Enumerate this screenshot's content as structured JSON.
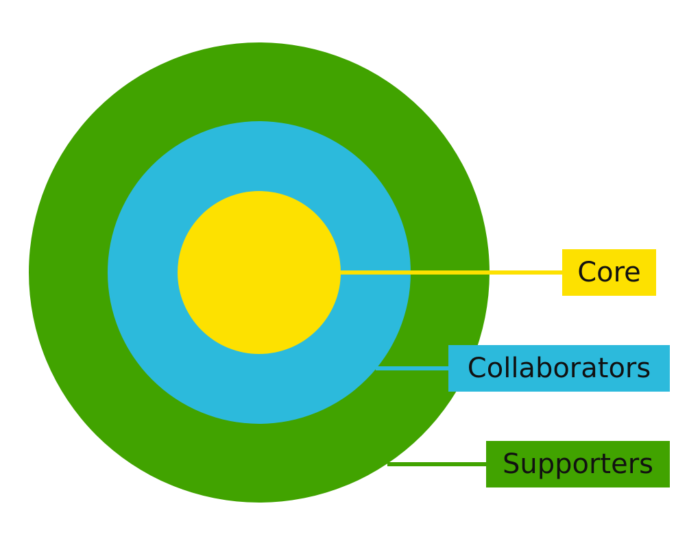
{
  "diagram": {
    "colors": {
      "core": "#FDE100",
      "collaborators": "#2CBADC",
      "supporters": "#41A300"
    },
    "rings": [
      {
        "id": "supporters",
        "label": "Supporters"
      },
      {
        "id": "collaborators",
        "label": "Collaborators"
      },
      {
        "id": "core",
        "label": "Core"
      }
    ]
  }
}
